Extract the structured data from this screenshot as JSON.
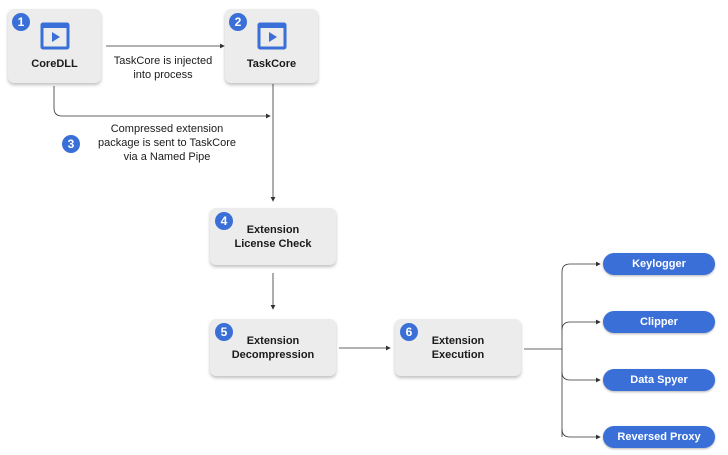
{
  "nodes": {
    "coredll": {
      "step": "1",
      "label": "CoreDLL"
    },
    "taskcore": {
      "step": "2",
      "label": "TaskCore"
    },
    "license": {
      "step": "4",
      "line1": "Extension",
      "line2": "License Check"
    },
    "decompress": {
      "step": "5",
      "line1": "Extension",
      "line2": "Decompression"
    },
    "execution": {
      "step": "6",
      "line1": "Extension",
      "line2": "Execution"
    }
  },
  "edges": {
    "inject_line1": "TaskCore is injected",
    "inject_line2": "into process",
    "pipe_step": "3",
    "pipe_line1": "Compressed extension",
    "pipe_line2": "package is sent to TaskCore",
    "pipe_line3": "via a Named Pipe"
  },
  "modules": [
    "Keylogger",
    "Clipper",
    "Data Spyer",
    "Reversed Proxy"
  ],
  "colors": {
    "accent": "#3a6fd8",
    "box": "#ececec",
    "line": "#333333"
  }
}
